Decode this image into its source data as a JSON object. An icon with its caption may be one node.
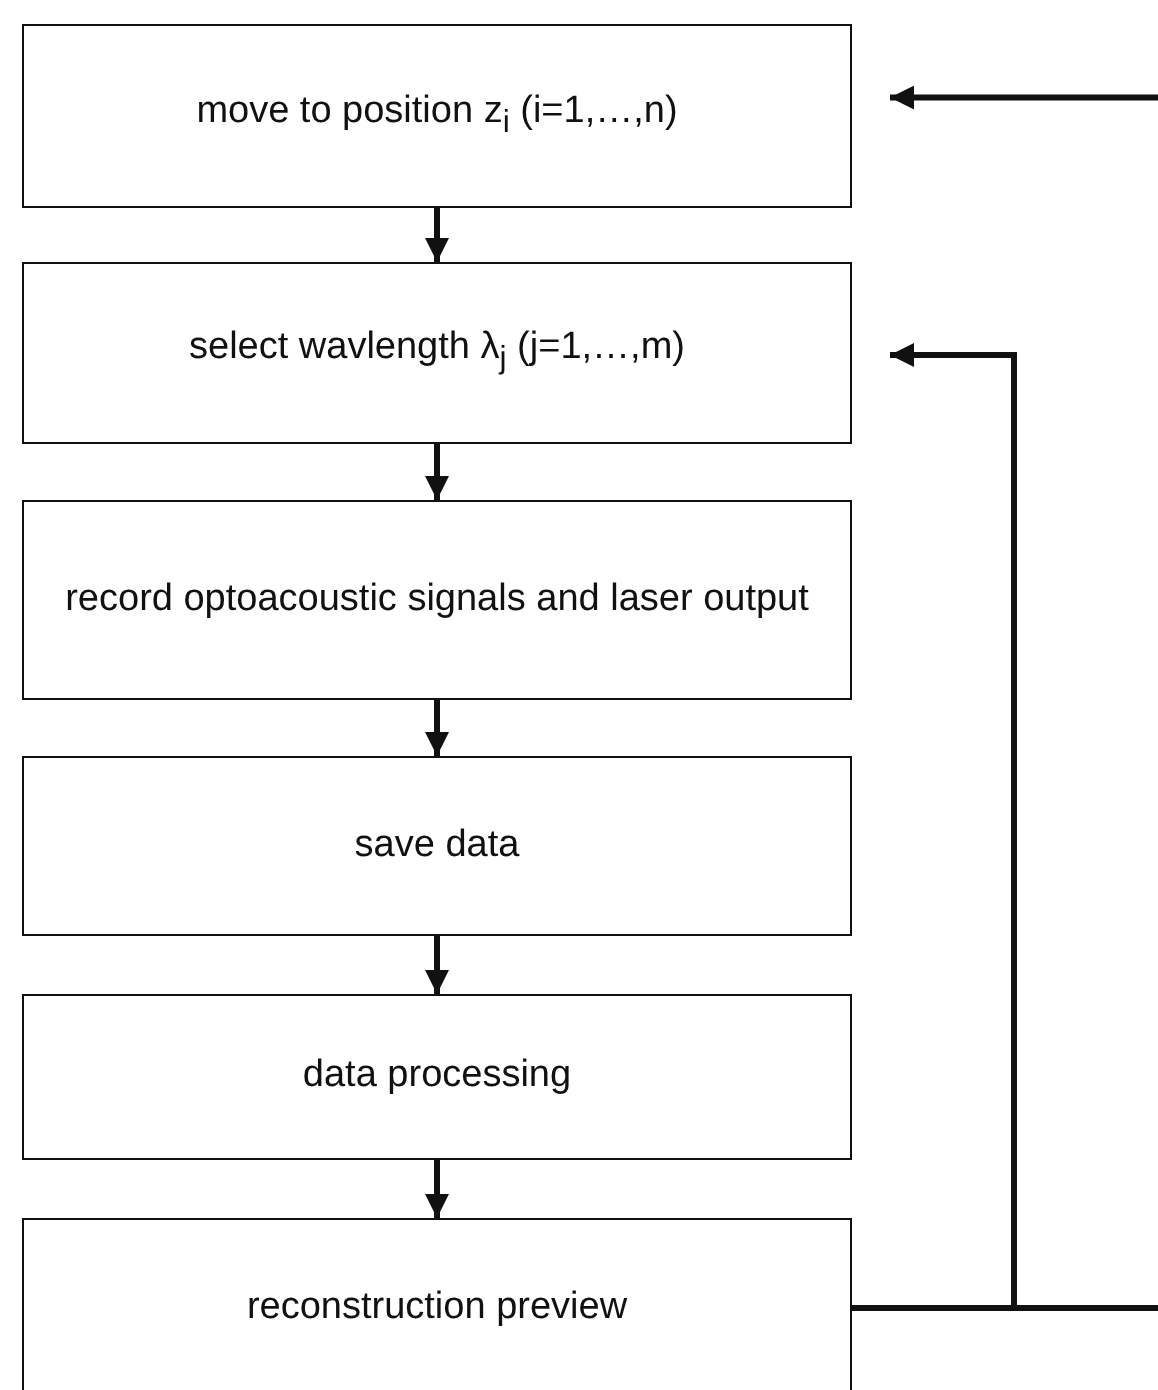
{
  "diagram": {
    "nodes": [
      {
        "text": [
          "move to position z$_{i}$ (i=1,…,n)"
        ]
      },
      {
        "text": [
          "select wavlength λ$_{j}$ (j=1,…,m)"
        ]
      },
      {
        "text": [
          "record optoacoustic signals and laser output"
        ]
      },
      {
        "text": [
          "save data"
        ]
      },
      {
        "text": [
          "data processing"
        ]
      },
      {
        "text": [
          "reconstruction preview"
        ]
      }
    ],
    "edges": [
      {
        "from": 0,
        "to": 1,
        "arrow": "to"
      },
      {
        "from": 1,
        "to": 2,
        "arrow": "to"
      },
      {
        "from": 2,
        "to": 3,
        "arrow": "to"
      },
      {
        "from": 3,
        "to": 4,
        "arrow": "to"
      },
      {
        "from": 4,
        "to": 5,
        "arrow": "to"
      },
      {
        "from": 5,
        "to": 1,
        "arrow": "to"
      },
      {
        "from": 5,
        "to": null,
        "arrow": "none"
      },
      {
        "from": null,
        "to": 0,
        "arrow": "to"
      }
    ]
  }
}
